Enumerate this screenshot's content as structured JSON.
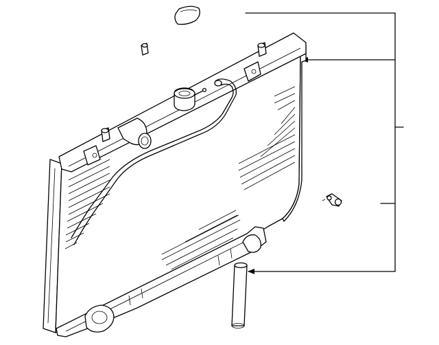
{
  "diagram": {
    "type": "exploded-parts-diagram",
    "labels": [],
    "callout_count": 4,
    "parts": [
      "radiator-core",
      "radiator-cap",
      "overflow-hose",
      "drain-plug",
      "mounting-cushion",
      "lower-hose-pipe"
    ],
    "line_color": "#000000",
    "background_color": "#ffffff"
  }
}
